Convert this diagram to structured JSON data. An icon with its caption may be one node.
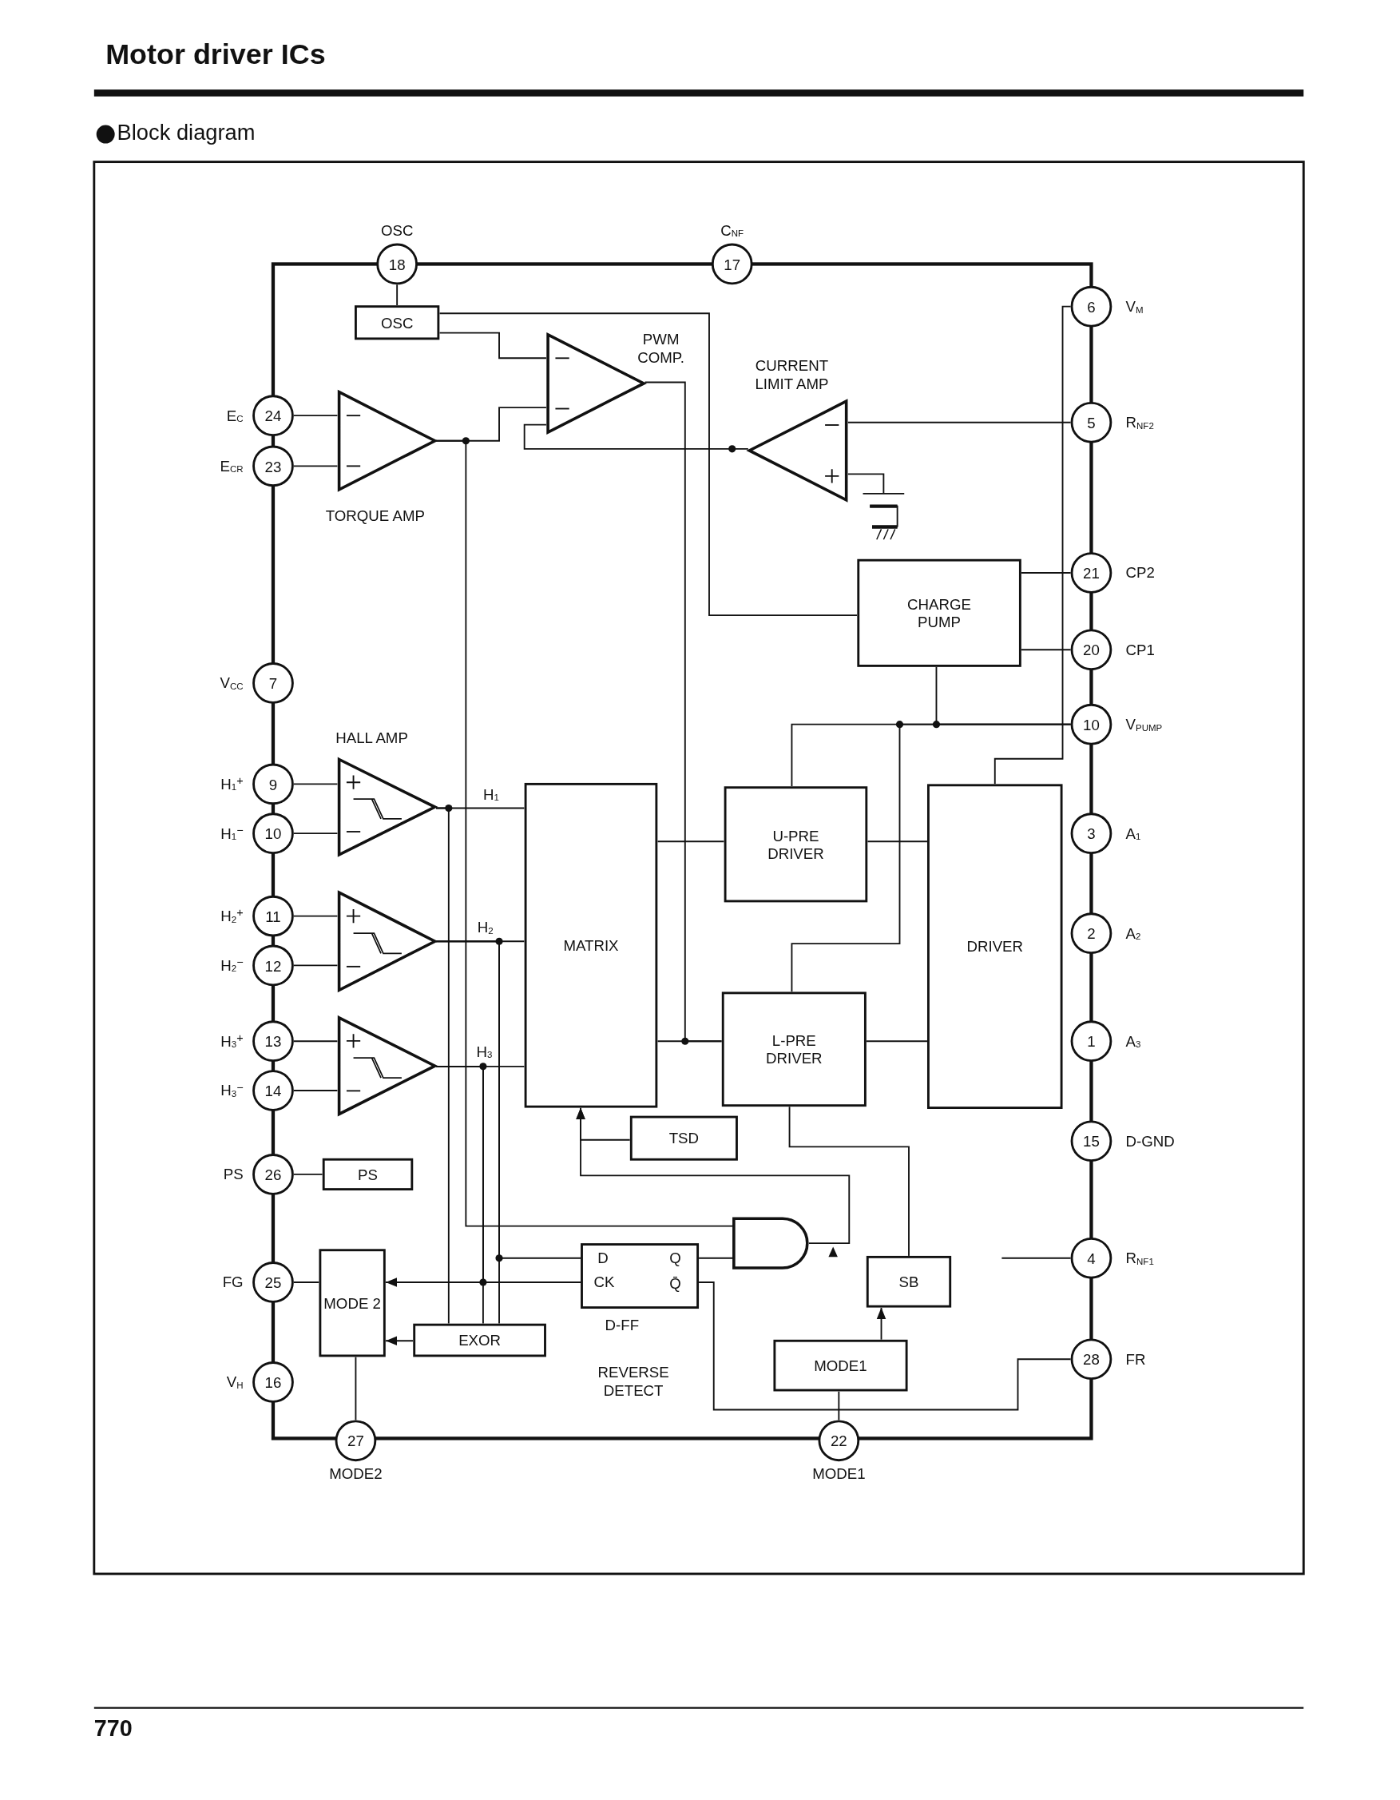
{
  "diagram": {
    "title": "Motor driver ICs",
    "nodes": [
      {
        "text": [
          "18"
        ],
        "beside": [
          "OSC"
        ]
      },
      {
        "text": [
          "17"
        ],
        "beside": [
          "C$_{NF}$"
        ]
      },
      {
        "text": [
          "6"
        ],
        "beside": [
          "V$_{M}$"
        ]
      },
      {
        "text": [
          "OSC"
        ]
      },
      {
        "text": [
          "PWM COMP."
        ]
      },
      {
        "text": [
          "CURRENT LIMIT AMP"
        ]
      },
      {
        "text": [
          "24"
        ],
        "beside": [
          "E$_{C}$"
        ]
      },
      {
        "text": [
          "5"
        ],
        "beside": [
          "R$_{NF2}$"
        ]
      },
      {
        "text": [
          "TORQUE AMP"
        ]
      },
      {
        "text": [
          "23"
        ],
        "beside": [
          "E$_{CR}$"
        ]
      },
      {
        "text": [
          "CHARGE PUMP"
        ]
      },
      {
        "text": [
          "21"
        ],
        "beside": [
          "CP2"
        ]
      },
      {
        "text": [
          "20"
        ],
        "beside": [
          "CP1"
        ]
      },
      {
        "text": [
          "7"
        ],
        "beside": [
          "V$_{CC}$"
        ]
      },
      {
        "text": [
          "10"
        ],
        "beside": [
          "V$_{PUMP}$"
        ]
      },
      {
        "text": [],
        "shape": "triangle"
      },
      {
        "text": [
          "9"
        ],
        "beside": [
          "H$_{1}$$^{+}$"
        ]
      },
      {
        "text": [
          "MATRIX"
        ]
      },
      {
        "text": [
          "U-PRE DRIVER"
        ]
      },
      {
        "text": [
          "DRIVER"
        ]
      },
      {
        "text": [
          "3"
        ],
        "beside": [
          "A$_{1}$"
        ]
      },
      {
        "text": [
          "10"
        ],
        "beside": [
          "H$_{1}$$^{−}$"
        ]
      },
      {
        "text": [
          "11"
        ],
        "beside": [
          "H$_{2}$$^{+}$"
        ]
      },
      {
        "text": [],
        "shape": "triangle"
      },
      {
        "text": [
          "2"
        ],
        "beside": [
          "A$_{2}$"
        ]
      },
      {
        "text": [
          "12"
        ],
        "beside": [
          "H$_{2}$$^{−}$"
        ]
      },
      {
        "text": [
          "13"
        ],
        "beside": [
          "H$_{3}$$^{+}$"
        ]
      },
      {
        "text": [],
        "shape": "triangle"
      },
      {
        "text": [
          "L-PRE DRIVER"
        ]
      },
      {
        "text": [
          "1"
        ],
        "beside": [
          "A$_{3}$"
        ]
      },
      {
        "text": [
          "14"
        ],
        "beside": [
          "H$_{3}$$^{−}$"
        ]
      },
      {
        "text": [
          "TSD"
        ]
      },
      {
        "text": [
          "15"
        ],
        "beside": [
          "D-GND"
        ]
      },
      {
        "text": [
          "26"
        ],
        "beside": [
          "PS"
        ]
      },
      {
        "text": [
          "PS"
        ]
      },
      {
        "text": [],
        "shape": "gate"
      },
      {
        "text": [
          "D",
          "Q",
          "CK",
          "Q̄"
        ],
        "beside": [
          "D-FF"
        ]
      },
      {
        "text": [
          "MODE 2"
        ]
      },
      {
        "text": [
          "25"
        ],
        "beside": [
          "FG"
        ]
      },
      {
        "text": [
          "4"
        ],
        "beside": [
          "R$_{NF1}$"
        ]
      },
      {
        "text": [
          "SB"
        ]
      },
      {
        "text": [
          "EXOR"
        ]
      },
      {
        "text": [
          "MODE1"
        ]
      },
      {
        "text": [
          "28"
        ],
        "beside": [
          "FR"
        ]
      },
      {
        "text": [
          "16"
        ],
        "beside": [
          "V$_{H}$"
        ]
      },
      {
        "text": [
          "27"
        ],
        "beside": [
          "MODE2"
        ]
      },
      {
        "text": [
          "22"
        ],
        "beside": [
          "MODE1"
        ]
      }
    ],
    "edges": [
      {
        "from": 0,
        "to": 3,
        "arrow": "none"
      },
      {
        "from": 3,
        "to": 4,
        "arrow": "none"
      },
      {
        "from": 3,
        "to": 10,
        "arrow": "none"
      },
      {
        "from": 6,
        "to": 8,
        "arrow": "none"
      },
      {
        "from": 9,
        "to": 8,
        "arrow": "none"
      },
      {
        "from": 8,
        "to": 4,
        "arrow": "none"
      },
      {
        "from": 5,
        "to": 4,
        "arrow": "none"
      },
      {
        "from": 7,
        "to": 5,
        "arrow": "none"
      },
      {
        "from": 4,
        "to": 28,
        "arrow": "none"
      },
      {
        "from": 10,
        "to": 11,
        "arrow": "none"
      },
      {
        "from": 10,
        "to": 12,
        "arrow": "none"
      },
      {
        "from": 2,
        "to": 19,
        "arrow": "none"
      },
      {
        "from": 10,
        "to": 14,
        "arrow": "none"
      },
      {
        "from": 14,
        "to": 18,
        "arrow": "none"
      },
      {
        "from": 14,
        "to": 28,
        "arrow": "none"
      },
      {
        "from": 16,
        "to": 15,
        "arrow": "none"
      },
      {
        "from": 21,
        "to": 15,
        "arrow": "none"
      },
      {
        "from": 15,
        "to": 17,
        "arrow": "none",
        "label": "H$_{1}$"
      },
      {
        "from": 17,
        "to": 18,
        "arrow": "none"
      },
      {
        "from": 18,
        "to": 19,
        "arrow": "none"
      },
      {
        "from": 22,
        "to": 23,
        "arrow": "none"
      },
      {
        "from": 25,
        "to": 23,
        "arrow": "none"
      },
      {
        "from": 23,
        "to": 17,
        "arrow": "none",
        "label": "H$_{2}$"
      },
      {
        "from": 26,
        "to": 27,
        "arrow": "none"
      },
      {
        "from": 30,
        "to": 27,
        "arrow": "none"
      },
      {
        "from": 27,
        "to": 17,
        "arrow": "none",
        "label": "H$_{3}$"
      },
      {
        "from": 17,
        "to": 28,
        "arrow": "none"
      },
      {
        "from": 28,
        "to": 19,
        "arrow": "none"
      },
      {
        "from": 31,
        "to": 17,
        "arrow": "to"
      },
      {
        "from": 33,
        "to": 34,
        "arrow": "none"
      },
      {
        "from": 35,
        "to": 17,
        "arrow": "to"
      },
      {
        "from": 8,
        "to": 35,
        "arrow": "none"
      },
      {
        "from": 36,
        "to": 35,
        "arrow": "none"
      },
      {
        "from": 15,
        "to": 41,
        "arrow": "none"
      },
      {
        "from": 27,
        "to": 41,
        "arrow": "none"
      },
      {
        "from": 23,
        "to": 41,
        "arrow": "none"
      },
      {
        "from": 23,
        "to": 36,
        "arrow": "none"
      },
      {
        "from": 27,
        "to": 36,
        "arrow": "none"
      },
      {
        "from": 27,
        "to": 37,
        "arrow": "to"
      },
      {
        "from": 38,
        "to": 37,
        "arrow": "none"
      },
      {
        "from": 41,
        "to": 37,
        "arrow": "to"
      },
      {
        "from": 36,
        "to": 43,
        "arrow": "none"
      },
      {
        "from": 28,
        "to": 40,
        "arrow": "none"
      },
      {
        "from": 42,
        "to": 40,
        "arrow": "to"
      },
      {
        "from": 46,
        "to": 42,
        "arrow": "none"
      },
      {
        "from": 45,
        "to": 37,
        "arrow": "none"
      },
      {
        "from": 39,
        "to": null,
        "arrow": "none"
      }
    ],
    "labels": [
      "Block diagram",
      "HALL AMP",
      "REVERSE DETECT",
      "770"
    ]
  }
}
